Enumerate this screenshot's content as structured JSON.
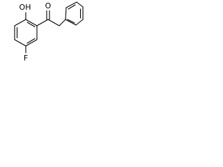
{
  "structure": {
    "atoms": {
      "hydroxyl": "OH",
      "carbonyl_oxygen": "O",
      "fluorine": "F"
    }
  }
}
